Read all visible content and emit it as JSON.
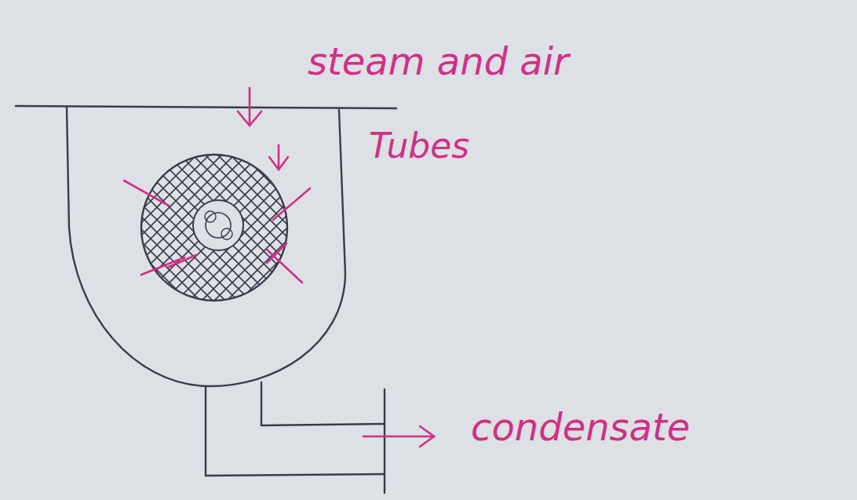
{
  "diagram": {
    "labels": [
      "steam and air",
      "Tubes",
      "condensate"
    ]
  }
}
